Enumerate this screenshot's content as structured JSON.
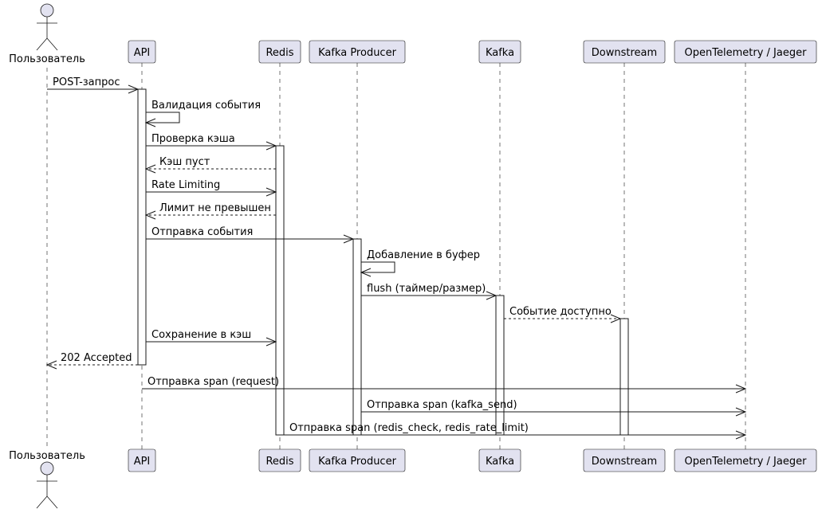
{
  "colors": {
    "participant_fill": "#E2E2F0",
    "line": "#181818",
    "activation_fill": "#FFFFFF"
  },
  "participants": [
    {
      "id": "user",
      "label": "Пользователь",
      "kind": "actor"
    },
    {
      "id": "api",
      "label": "API",
      "kind": "participant"
    },
    {
      "id": "redis",
      "label": "Redis",
      "kind": "participant"
    },
    {
      "id": "producer",
      "label": "Kafka Producer",
      "kind": "participant"
    },
    {
      "id": "kafka",
      "label": "Kafka",
      "kind": "participant"
    },
    {
      "id": "downstream",
      "label": "Downstream",
      "kind": "participant"
    },
    {
      "id": "otel",
      "label": "OpenTelemetry / Jaeger",
      "kind": "participant"
    }
  ],
  "messages": [
    {
      "from": "user",
      "to": "api",
      "label": "POST-запрос",
      "style": "solid"
    },
    {
      "from": "api",
      "to": "api",
      "label": "Валидация события",
      "style": "solid"
    },
    {
      "from": "api",
      "to": "redis",
      "label": "Проверка кэша",
      "style": "solid"
    },
    {
      "from": "redis",
      "to": "api",
      "label": "Кэш пуст",
      "style": "dashed"
    },
    {
      "from": "api",
      "to": "redis",
      "label": "Rate Limiting",
      "style": "solid"
    },
    {
      "from": "redis",
      "to": "api",
      "label": "Лимит не превышен",
      "style": "dashed"
    },
    {
      "from": "api",
      "to": "producer",
      "label": "Отправка события",
      "style": "solid"
    },
    {
      "from": "producer",
      "to": "producer",
      "label": "Добавление в буфер",
      "style": "solid"
    },
    {
      "from": "producer",
      "to": "kafka",
      "label": "flush (таймер/размер)",
      "style": "solid"
    },
    {
      "from": "kafka",
      "to": "downstream",
      "label": "Событие доступно",
      "style": "dashed"
    },
    {
      "from": "api",
      "to": "redis",
      "label": "Сохранение в кэш",
      "style": "solid"
    },
    {
      "from": "api",
      "to": "user",
      "label": "202 Accepted",
      "style": "dashed"
    },
    {
      "from": "api",
      "to": "otel",
      "label": "Отправка span (request)",
      "style": "solid"
    },
    {
      "from": "producer",
      "to": "otel",
      "label": "Отправка span (kafka_send)",
      "style": "solid"
    },
    {
      "from": "redis",
      "to": "otel",
      "label": "Отправка span (redis_check, redis_rate_limit)",
      "style": "solid"
    }
  ]
}
